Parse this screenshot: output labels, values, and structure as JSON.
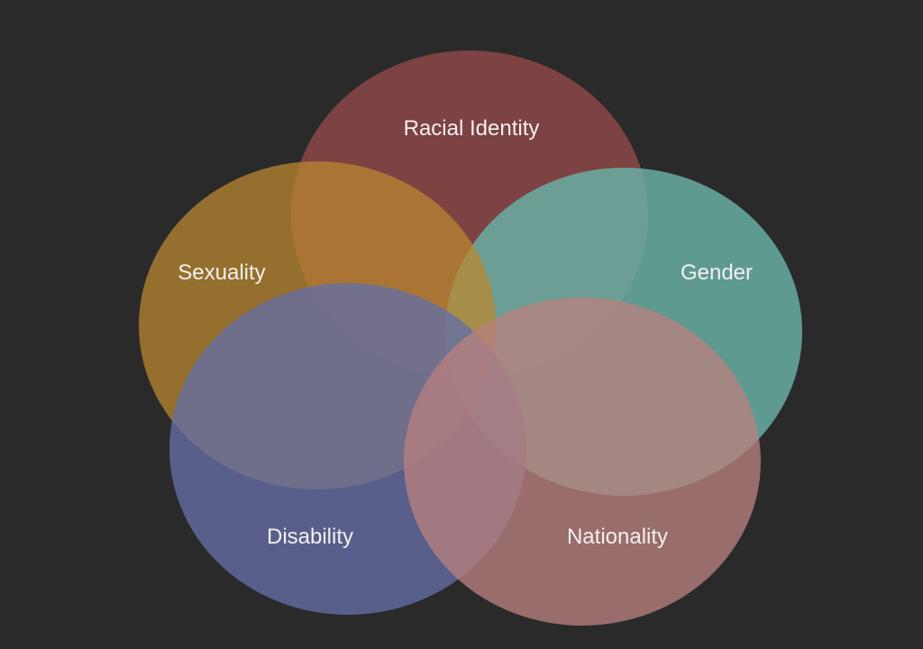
{
  "diagram": {
    "background": "#2a2a2a",
    "sets": [
      {
        "id": "racial-identity",
        "label": "Racial Identity",
        "color": "#8c4646"
      },
      {
        "id": "gender",
        "label": "Gender",
        "color": "#68aea3"
      },
      {
        "id": "sexuality",
        "label": "Sexuality",
        "color": "#ba8730"
      },
      {
        "id": "disability",
        "label": "Disability",
        "color": "#646ea5"
      },
      {
        "id": "nationality",
        "label": "Nationality",
        "color": "#b7807e"
      }
    ]
  }
}
